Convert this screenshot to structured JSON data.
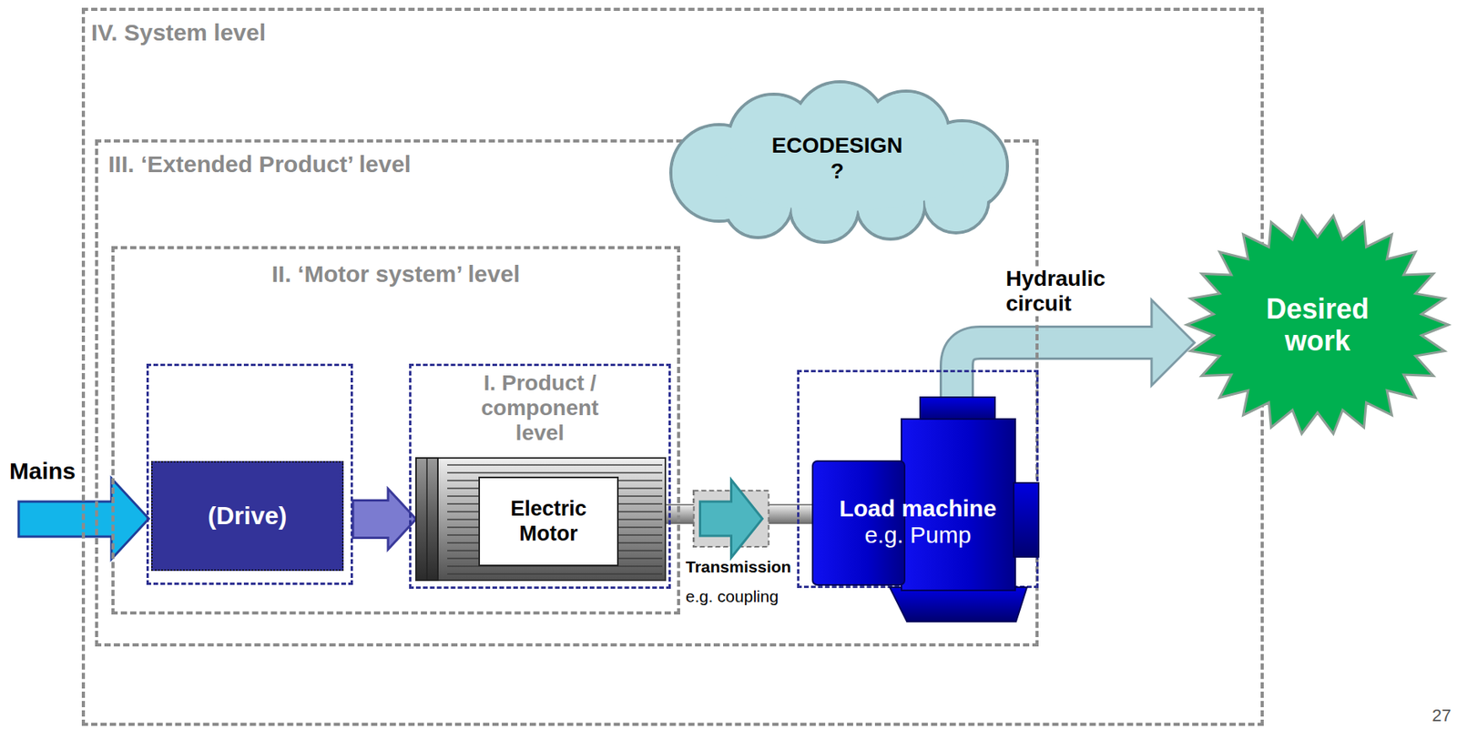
{
  "diagram": {
    "nodes": [
      {
        "text": [
          "IV. System level"
        ]
      },
      {
        "text": [
          "III. ‘Extended Product’ level"
        ],
        "in": 0
      },
      {
        "text": [
          "II. ‘Motor system’ level"
        ],
        "in": 1
      },
      {
        "text": [
          "(Drive)"
        ],
        "in": 2
      },
      {
        "text": [
          "I. Product / component level"
        ],
        "in": 2
      },
      {
        "text": [
          "Electric Motor"
        ],
        "in": 4
      },
      {
        "text": [
          "Load machine",
          "e.g. Pump"
        ],
        "in": 1
      },
      {
        "text": [
          "ECODESIGN ?"
        ],
        "in": 0
      },
      {
        "text": [
          "Desired work"
        ]
      }
    ],
    "edges": [
      {
        "from": 3,
        "to": 5,
        "arrow": "to"
      },
      {
        "from": 5,
        "to": 6,
        "arrow": "to"
      },
      {
        "from": 6,
        "to": 8,
        "arrow": "to",
        "label": "Hydraulic circuit"
      }
    ],
    "labels": [
      "Mains",
      "Transmission",
      "e.g. coupling",
      "27"
    ]
  }
}
